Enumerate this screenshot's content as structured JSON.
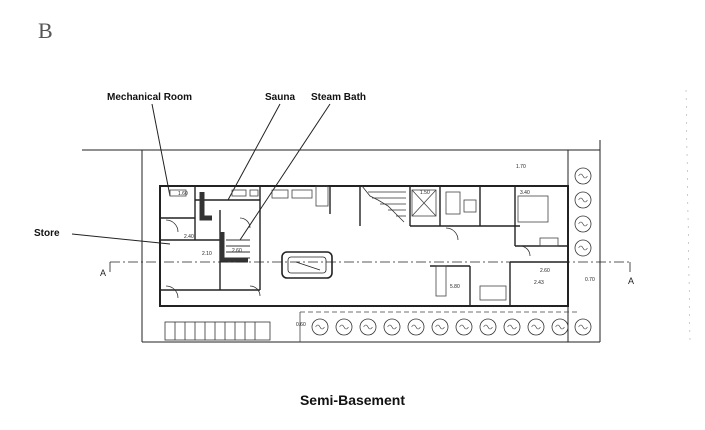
{
  "sheet": {
    "letter": "B",
    "title": "Semi-Basement"
  },
  "callouts": {
    "mechanical_room": "Mechanical Room",
    "sauna": "Sauna",
    "steam_bath": "Steam Bath",
    "store": "Store"
  },
  "section_marks": {
    "left": "A",
    "right": "A"
  },
  "dimensions": {
    "top": "1.70",
    "d1": "1.60",
    "d2": "2.40",
    "d3": "2.10",
    "d4": "1.50",
    "d5": "3.40",
    "d6": "2.60",
    "d7": "2.43",
    "d8": "0.70",
    "d9": "5.80",
    "d10": "2.60",
    "d11": "0.60"
  },
  "colors": {
    "line": "#222222",
    "fill_dark": "#333333",
    "faint": "#777777"
  }
}
